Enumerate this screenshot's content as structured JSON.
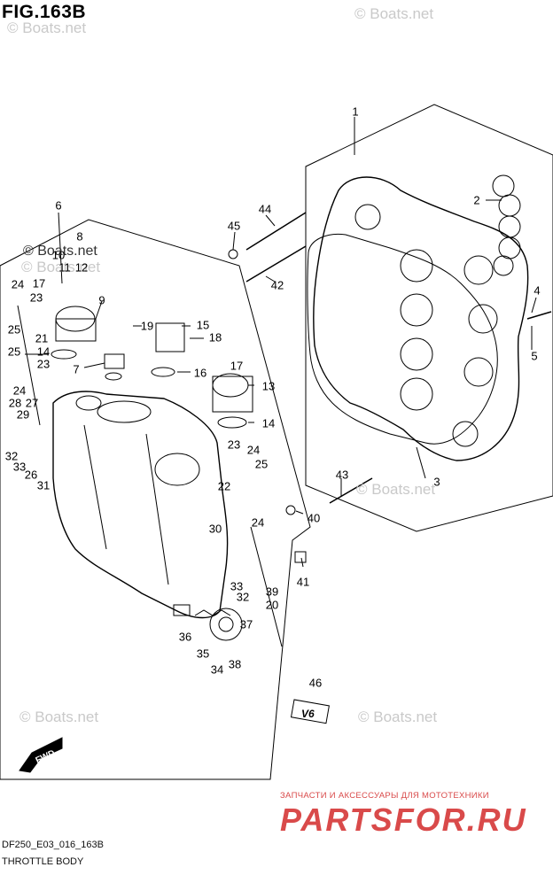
{
  "figure": {
    "title": "FIG.163B"
  },
  "watermark": {
    "text": "© Boats.net"
  },
  "callouts": [
    "1",
    "2",
    "3",
    "4",
    "5",
    "6",
    "7",
    "8",
    "9",
    "10",
    "11",
    "12",
    "13",
    "14",
    "14",
    "15",
    "16",
    "17",
    "17",
    "18",
    "19",
    "20",
    "21",
    "22",
    "23",
    "23",
    "23",
    "24",
    "24",
    "24",
    "24",
    "25",
    "25",
    "25",
    "26",
    "27",
    "28",
    "29",
    "30",
    "31",
    "32",
    "32",
    "33",
    "33",
    "34",
    "35",
    "36",
    "37",
    "38",
    "39",
    "40",
    "41",
    "42",
    "43",
    "44",
    "45",
    "46"
  ],
  "footer": {
    "code": "DF250_E03_016_163B",
    "name": "THROTTLE BODY"
  },
  "brand": {
    "caption": "ЗАПЧАСТИ И АКСЕССУАРЫ ДЛЯ МОТОТЕХНИКИ",
    "logo": "PARTSFOR.RU",
    "color": "#d94a4a"
  },
  "fwd_badge": "FWD",
  "v6_badge": "V6"
}
